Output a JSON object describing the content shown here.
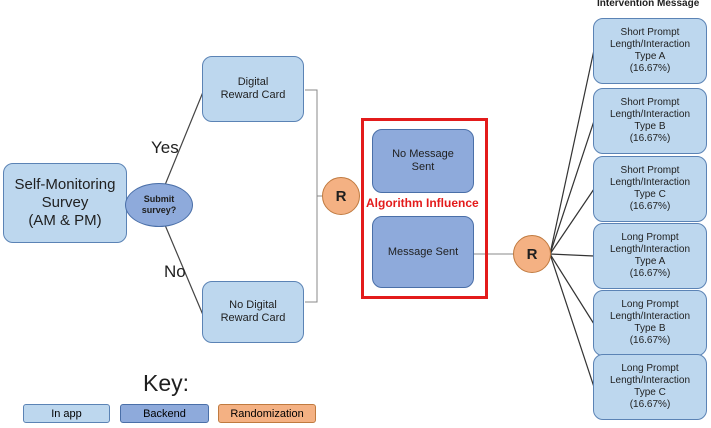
{
  "survey": {
    "text": "Self-Monitoring\nSurvey\n(AM & PM)"
  },
  "decision": {
    "text": "Submit\nsurvey?"
  },
  "branches": {
    "yes": "Yes",
    "no": "No"
  },
  "reward": {
    "digital": "Digital\nReward Card",
    "no_digital": "No Digital\nReward Card"
  },
  "randomizer": {
    "first": "R",
    "second": "R"
  },
  "algorithm": {
    "title": "Algorithm Influence",
    "no_message": "No Message\nSent",
    "message": "Message Sent"
  },
  "intervention": {
    "header": "Intervention Message",
    "options": [
      "Short Prompt\nLength/Interaction\nType A\n(16.67%)",
      "Short Prompt\nLength/Interaction\nType B\n(16.67%)",
      "Short Prompt\nLength/Interaction\nType C\n(16.67%)",
      "Long Prompt\nLength/Interaction\nType A\n(16.67%)",
      "Long Prompt\nLength/Interaction\nType B\n(16.67%)",
      "Long Prompt\nLength/Interaction\nType C\n(16.67%)"
    ]
  },
  "key": {
    "title": "Key:",
    "in_app": "In app",
    "backend": "Backend",
    "randomization": "Randomization"
  },
  "colors": {
    "in_app": "#bdd7ee",
    "backend": "#8eaadb",
    "randomization": "#f4b183",
    "algorithm_border": "#e31b1b"
  }
}
